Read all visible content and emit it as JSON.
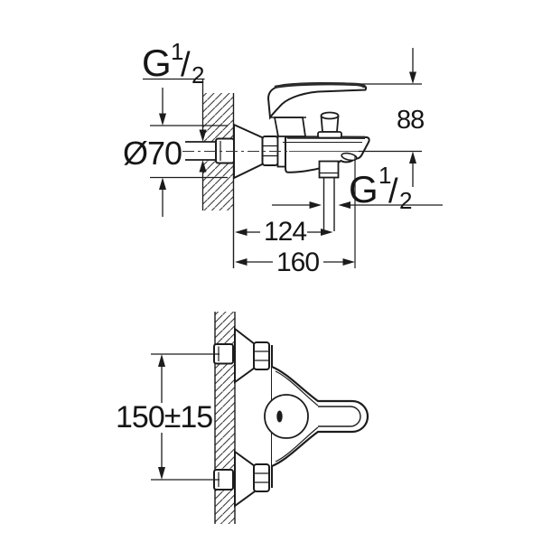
{
  "colors": {
    "background": "#ffffff",
    "line": "#1c1c1c",
    "dimension_line": "#222222",
    "hatch": "#3a3a3a"
  },
  "drawing": {
    "type": "technical dimension drawing",
    "subject": "wall-mounted single-lever bath/shower mixer faucet",
    "views": [
      "side elevation",
      "front elevation"
    ]
  },
  "side_view": {
    "dim_inlet_thread": {
      "label": "G 1/2",
      "main": "G",
      "numerator": "1",
      "slash": "/",
      "denominator": "2"
    },
    "dim_escutcheon_diameter": {
      "label": "Ø70"
    },
    "dim_height": {
      "label": "88"
    },
    "dim_outlet_thread": {
      "label": "G 1/2",
      "main": "G",
      "numerator": "1",
      "slash": "/",
      "denominator": "2"
    },
    "dim_projection_to_outlet": {
      "label": "124"
    },
    "dim_projection_total": {
      "label": "160"
    }
  },
  "front_view": {
    "dim_connection_distance": {
      "label": "150±15"
    }
  }
}
